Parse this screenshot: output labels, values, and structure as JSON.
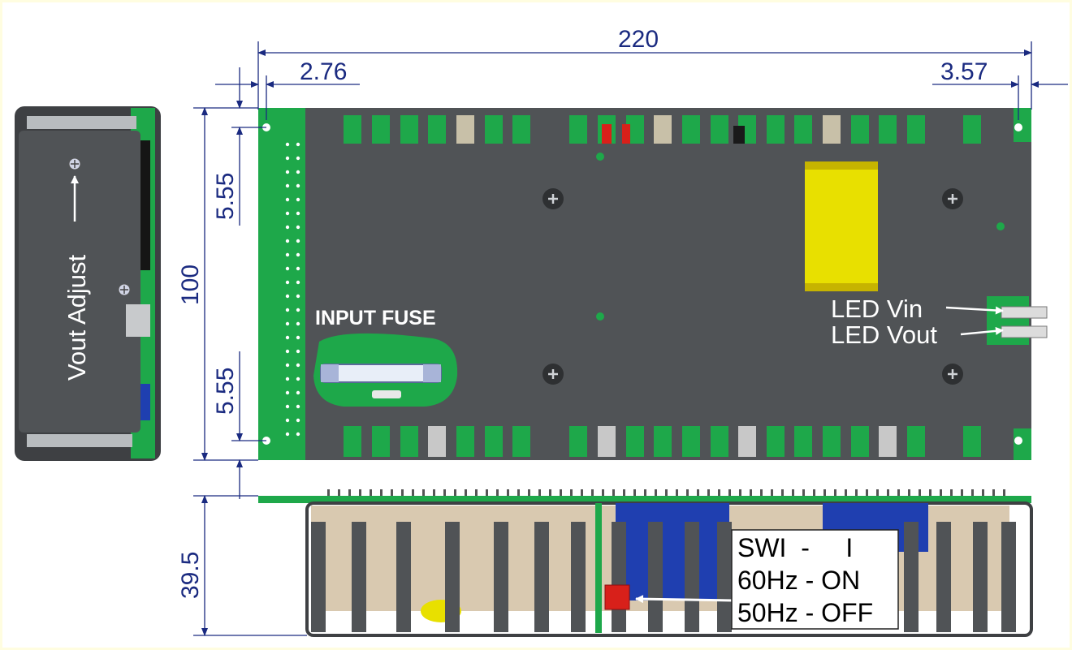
{
  "dimensions": {
    "length": "220",
    "left_offset": "2.76",
    "right_offset": "3.57",
    "top_hole_offset": "5.55",
    "bottom_hole_offset": "5.55",
    "width": "100",
    "height": "39.5"
  },
  "labels": {
    "vout_adjust": "Vout Adjust",
    "input_fuse": "INPUT FUSE",
    "led_vin": "LED Vin",
    "led_vout": "LED Vout"
  },
  "switch_box": {
    "line1": "SWI  -     I",
    "line2": "60Hz - ON",
    "line3": "50Hz - OFF"
  },
  "colors": {
    "dimension": "#1a2a80",
    "chassis": "#505356",
    "pcb": "#1ea84a",
    "capacitor": "#e8e000",
    "switch": "#d8201a",
    "border": "#fffbc4"
  }
}
